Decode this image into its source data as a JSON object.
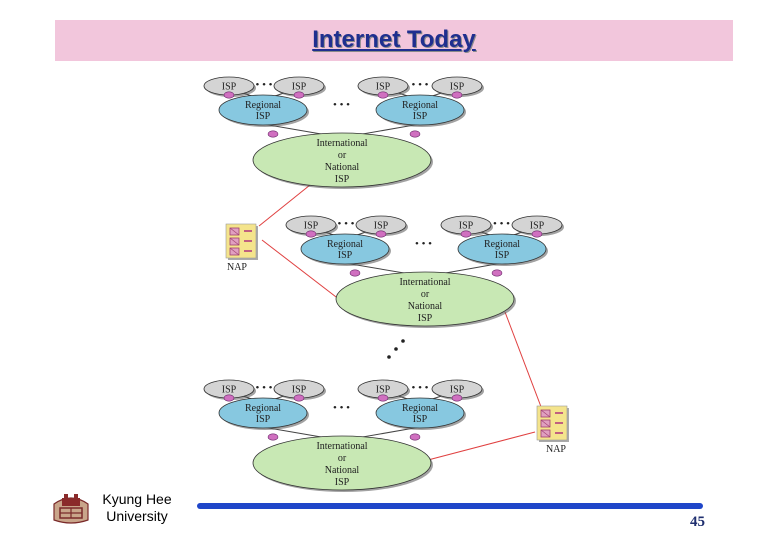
{
  "slide": {
    "title": "Internet Today",
    "university_line1": "Kyung Hee",
    "university_line2": "University",
    "page_number": "45"
  },
  "diagram": {
    "isp_label": "ISP",
    "regional_line1": "Regional",
    "regional_line2": "ISP",
    "intl_line1": "International",
    "intl_line2": "or",
    "intl_line3": "National",
    "intl_line4": "ISP",
    "nap_label": "NAP",
    "ellipsis": "• • •",
    "colors": {
      "isp_fill": "#d4d4d4",
      "regional_fill": "#87c8e0",
      "international_fill": "#c8e8b4",
      "nap_fill": "#f4e48c",
      "link_color": "#e04040",
      "router_color": "#d070c0"
    }
  }
}
